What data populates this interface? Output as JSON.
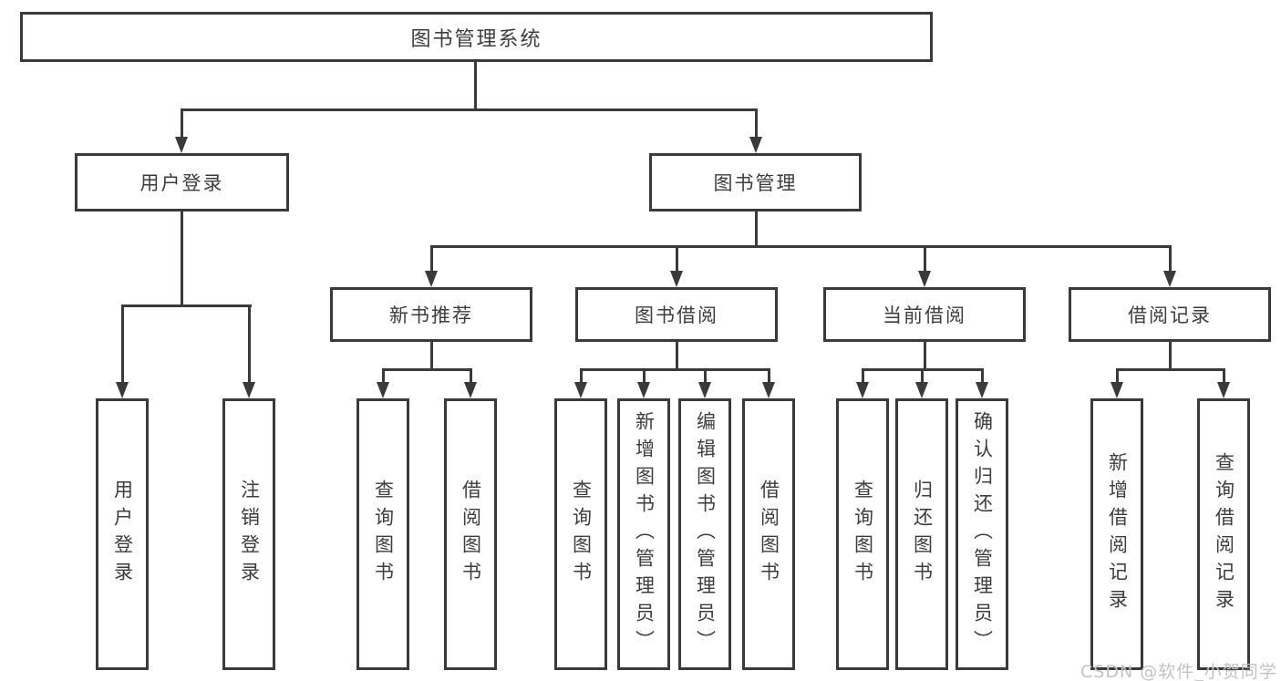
{
  "diagram": {
    "root": {
      "label": "图书管理系统"
    },
    "level2": [
      {
        "label": "用户登录"
      },
      {
        "label": "图书管理"
      }
    ],
    "level3": [
      {
        "label": "新书推荐"
      },
      {
        "label": "图书借阅"
      },
      {
        "label": "当前借阅"
      },
      {
        "label": "借阅记录"
      }
    ],
    "leaves": {
      "user_login": [
        {
          "label": "用户登录"
        },
        {
          "label": "注销登录"
        }
      ],
      "new_book_recommend": [
        {
          "label": "查询图书"
        },
        {
          "label": "借阅图书"
        }
      ],
      "book_borrowing": [
        {
          "label": "查询图书"
        },
        {
          "label": "新增图书（管理员）"
        },
        {
          "label": "编辑图书（管理员）"
        },
        {
          "label": "借阅图书"
        }
      ],
      "current_borrowing": [
        {
          "label": "查询图书"
        },
        {
          "label": "归还图书"
        },
        {
          "label": "确认归还（管理员）"
        }
      ],
      "borrowing_records": [
        {
          "label": "新增借阅记录"
        },
        {
          "label": "查询借阅记录"
        }
      ]
    },
    "watermark": {
      "text": "CSDN @软件_小贺同学"
    },
    "colors": {
      "line": "#3a3a3a",
      "border": "#3a3a3a",
      "text": "#3d3d3d",
      "background": "#ffffff",
      "watermark": "#c3c3c3"
    }
  }
}
